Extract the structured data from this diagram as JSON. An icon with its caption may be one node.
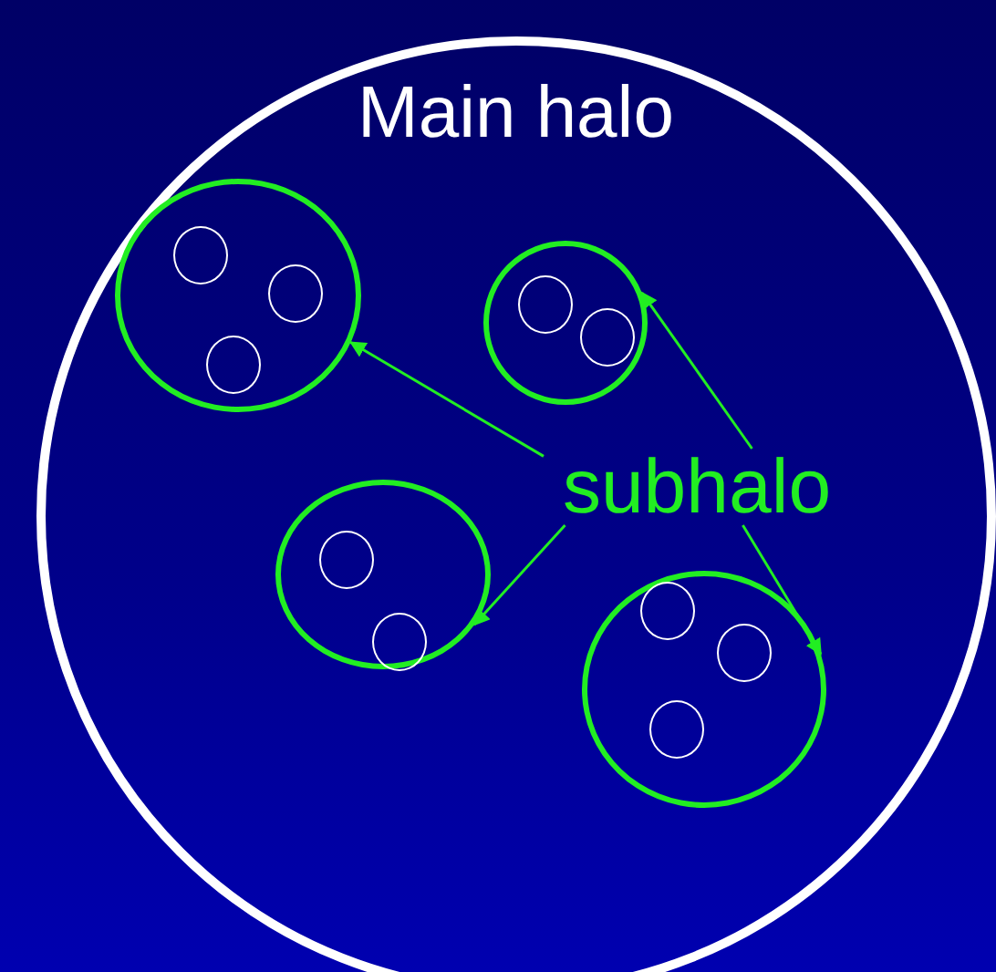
{
  "diagram": {
    "nodes": [
      {
        "text": [
          "Main halo"
        ]
      },
      {
        "text": [],
        "shape": "circle",
        "in": 0
      },
      {
        "text": [],
        "shape": "circle",
        "in": 1
      },
      {
        "text": [],
        "shape": "circle",
        "in": 1
      },
      {
        "text": [],
        "shape": "circle",
        "in": 1
      },
      {
        "text": [],
        "shape": "circle",
        "in": 0
      },
      {
        "text": [],
        "shape": "circle",
        "in": 5
      },
      {
        "text": [],
        "shape": "circle",
        "in": 5
      },
      {
        "text": [
          "subhalo"
        ],
        "in": 0
      },
      {
        "text": [],
        "shape": "circle",
        "in": 0
      },
      {
        "text": [],
        "shape": "circle",
        "in": 9
      },
      {
        "text": [],
        "shape": "circle",
        "in": 9
      },
      {
        "text": [],
        "shape": "circle",
        "in": 0
      },
      {
        "text": [],
        "shape": "circle",
        "in": 12
      },
      {
        "text": [],
        "shape": "circle",
        "in": 12
      },
      {
        "text": [],
        "shape": "circle",
        "in": 12
      }
    ],
    "edges": [
      {
        "from": 8,
        "to": 1,
        "arrow": "to"
      },
      {
        "from": 8,
        "to": 5,
        "arrow": "to"
      },
      {
        "from": 8,
        "to": 9,
        "arrow": "to"
      },
      {
        "from": 8,
        "to": 12,
        "arrow": "to"
      }
    ]
  }
}
